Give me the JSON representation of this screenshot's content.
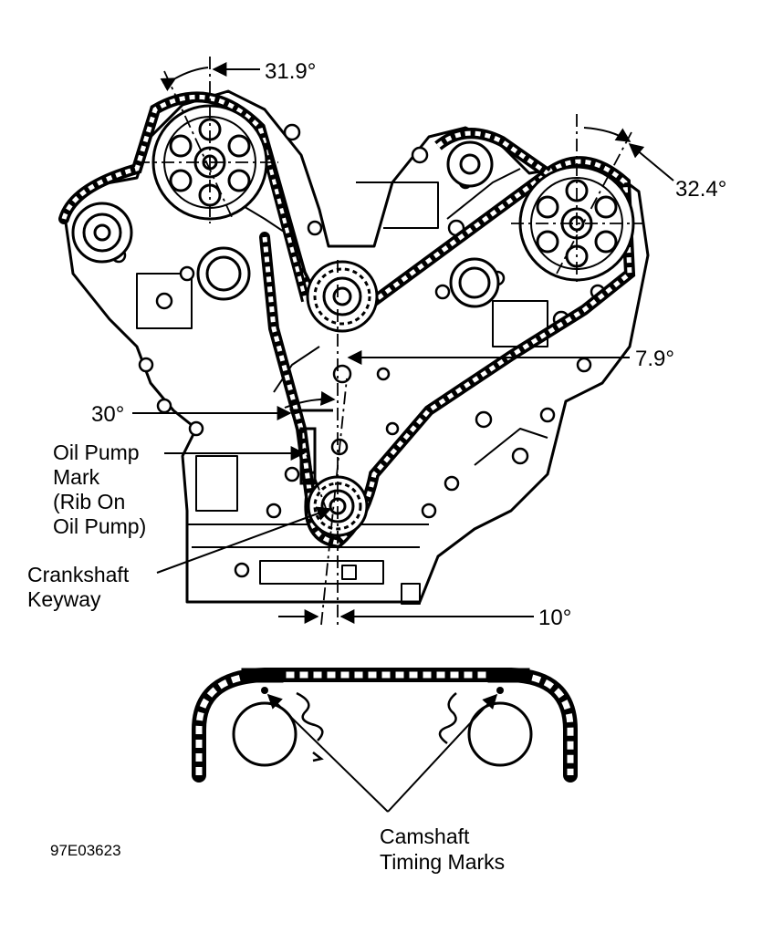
{
  "labels": {
    "angle_left_cam": "31.9°",
    "angle_right_cam": "32.4°",
    "angle_center": "7.9°",
    "angle_30": "30°",
    "angle_10": "10°",
    "oil_pump_mark": [
      "Oil Pump",
      "Mark",
      "(Rib On",
      "Oil Pump)"
    ],
    "crankshaft_keyway": [
      "Crankshaft",
      "Keyway"
    ],
    "camshaft_timing_marks": [
      "Camshaft",
      "Timing Marks"
    ],
    "figure_code": "97E03623"
  },
  "colors": {
    "ink": "#000000",
    "paper": "#ffffff"
  }
}
